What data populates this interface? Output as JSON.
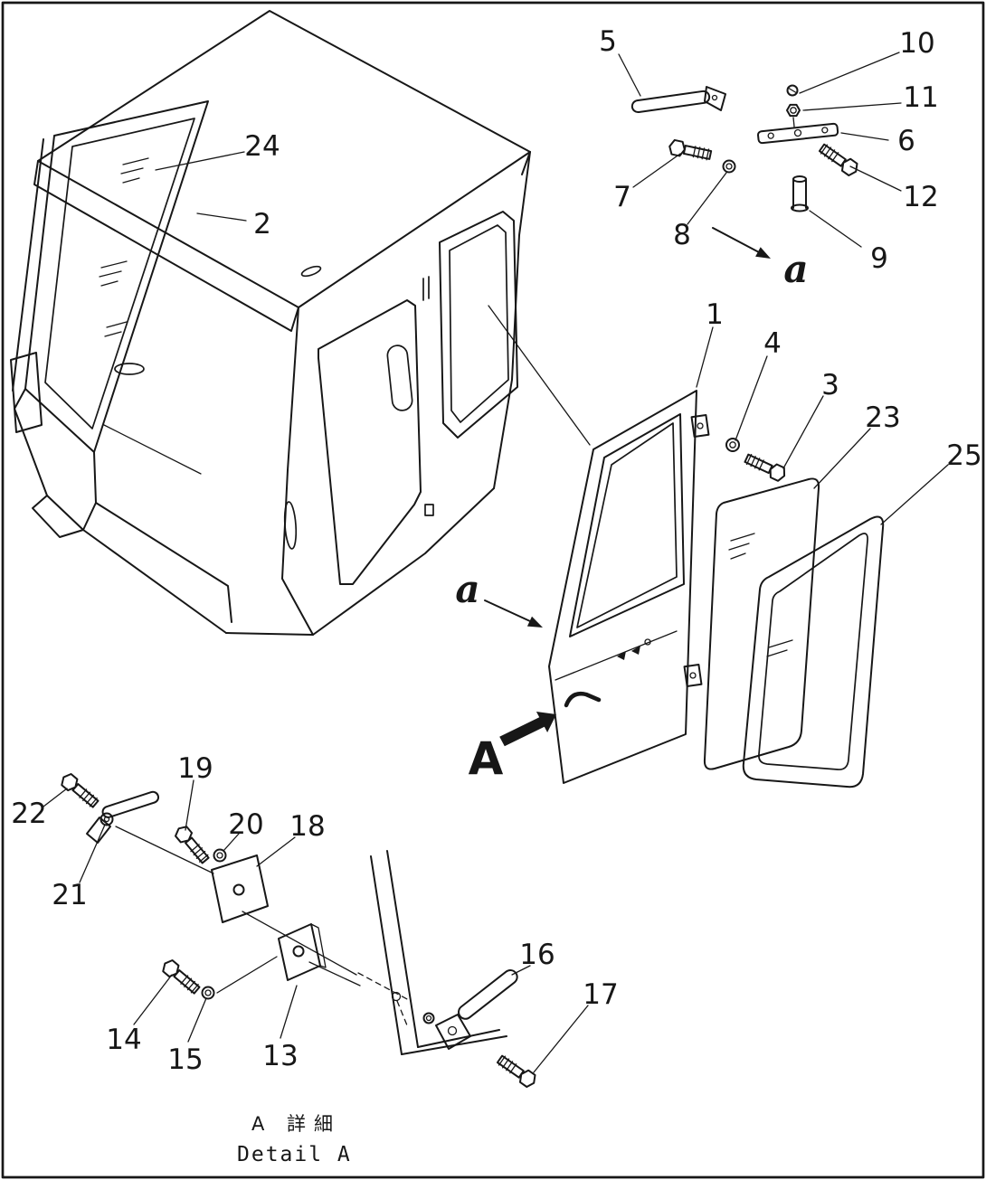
{
  "page": {
    "background": "#ffffff",
    "ink": "#171717"
  },
  "parts": {
    "p1": "1",
    "p2": "2",
    "p3": "3",
    "p4": "4",
    "p5": "5",
    "p6": "6",
    "p7": "7",
    "p8": "8",
    "p9": "9",
    "p10": "10",
    "p11": "11",
    "p12": "12",
    "p13": "13",
    "p14": "14",
    "p15": "15",
    "p16": "16",
    "p17": "17",
    "p18": "18",
    "p19": "19",
    "p20": "20",
    "p21": "21",
    "p22": "22",
    "p23": "23",
    "p24": "24",
    "p25": "25"
  },
  "markers": {
    "section": "a",
    "detail": "A"
  },
  "captions": {
    "detail_ja": "A 詳細",
    "detail_en": "Detail A"
  }
}
